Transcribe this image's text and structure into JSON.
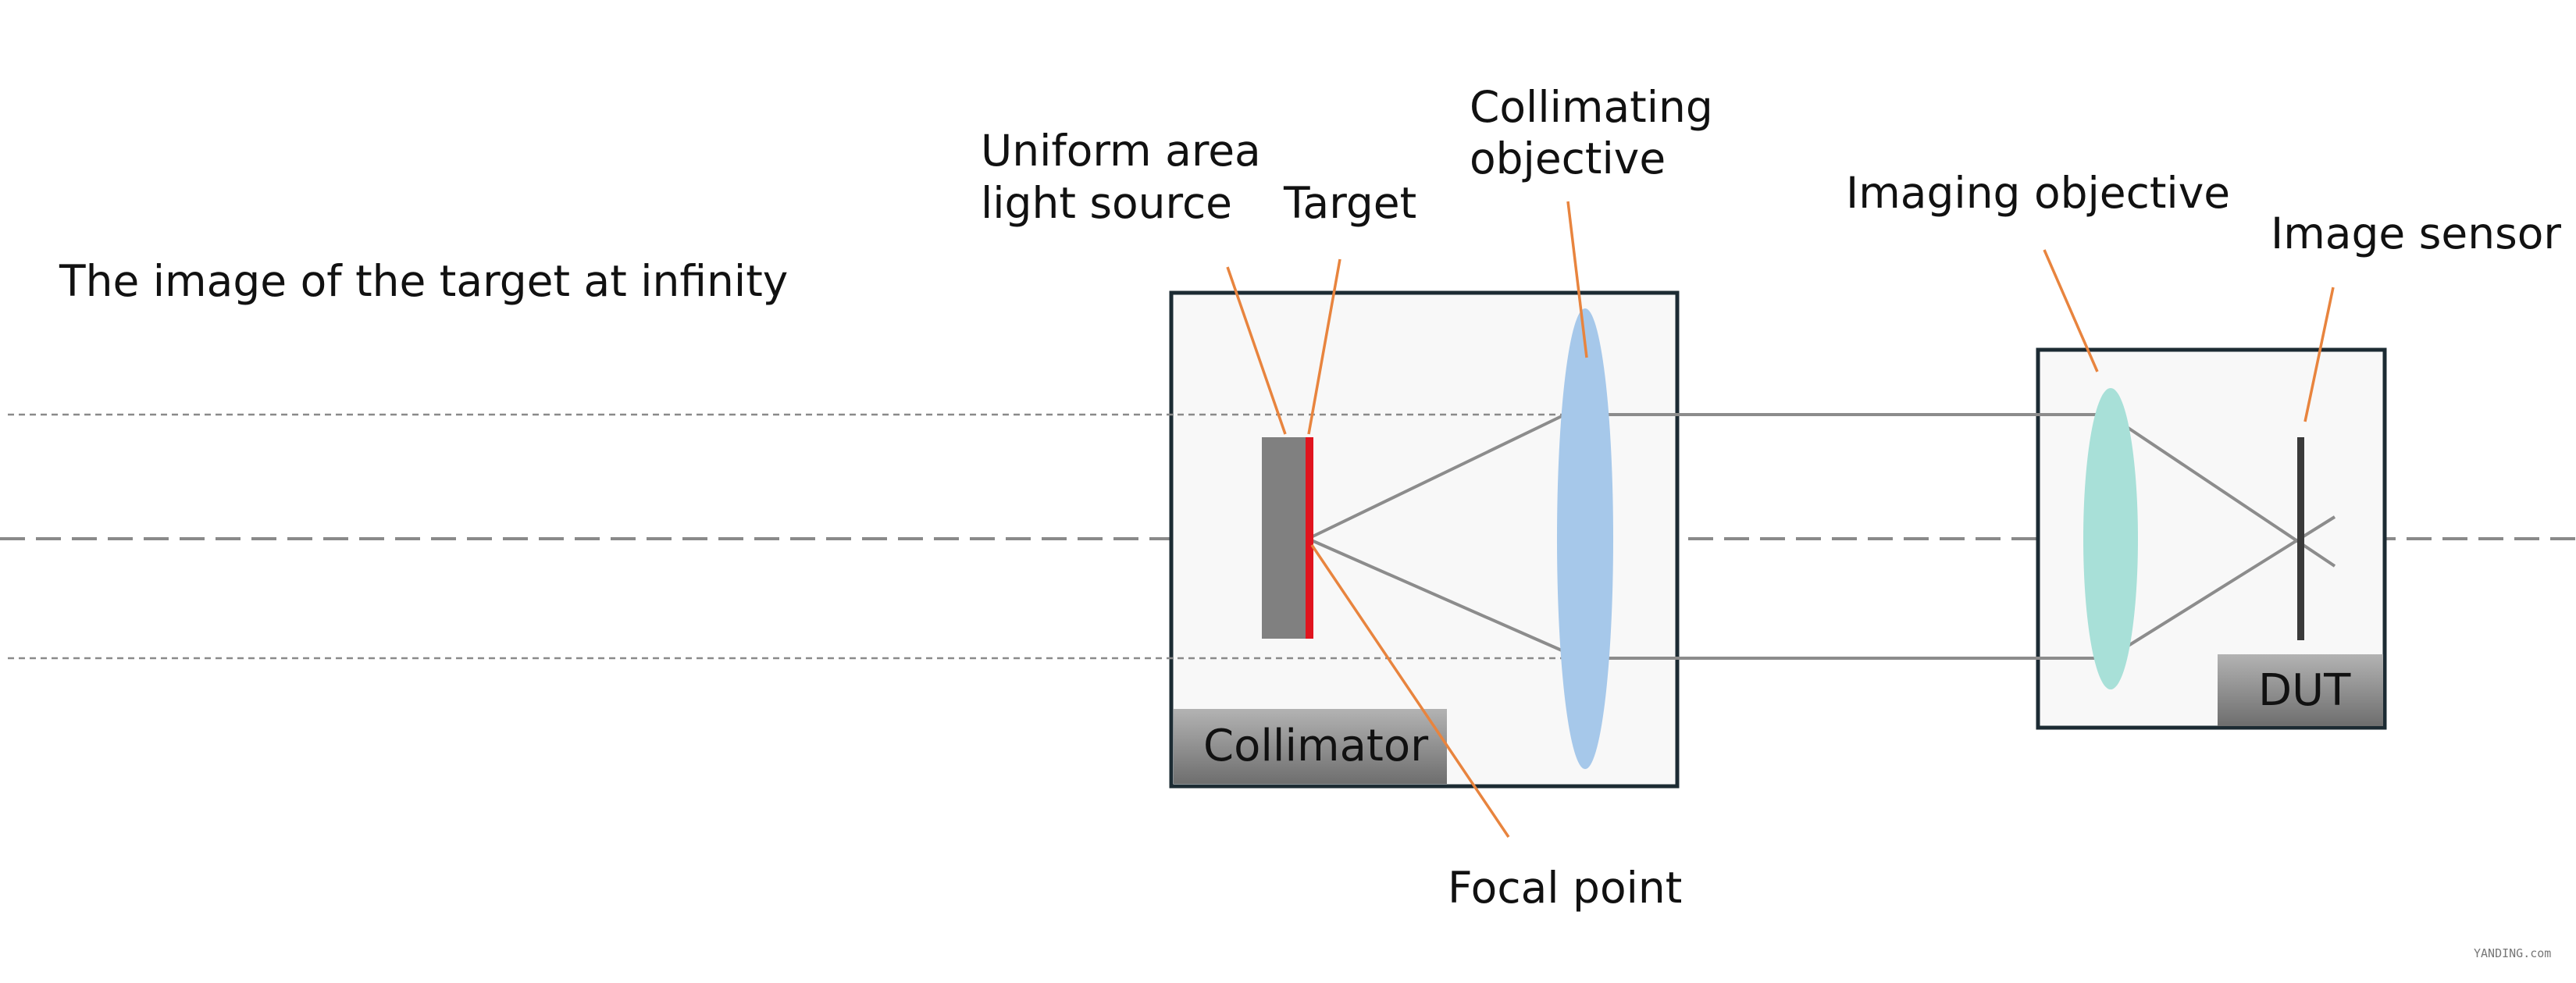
{
  "labels": {
    "infinity_image": "The image of the target at infinity",
    "uniform_light_source_line1": "Uniform area",
    "uniform_light_source_line2": "light source",
    "target": "Target",
    "collimating_objective_line1": "Collimating",
    "collimating_objective_line2": "objective",
    "imaging_objective": "Imaging objective",
    "image_sensor": "Image sensor",
    "focal_point": "Focal point",
    "collimator_box": "Collimator",
    "dut_box": "DUT"
  },
  "watermark": "YANDING.com",
  "colors": {
    "leader_line": "#E8843E",
    "target_bar": "#E0141E",
    "light_source": "#808080",
    "collimating_lens": "#A6C8EA",
    "imaging_lens": "#A8E0D8",
    "box_fill": "#F8F8F8",
    "box_border": "#1C2B33",
    "ray": "#8C8C8C",
    "sensor": "#3A3A3A"
  },
  "icons": {
    "collimating_objective": "biconvex-lens-icon",
    "imaging_objective": "biconvex-lens-icon"
  }
}
